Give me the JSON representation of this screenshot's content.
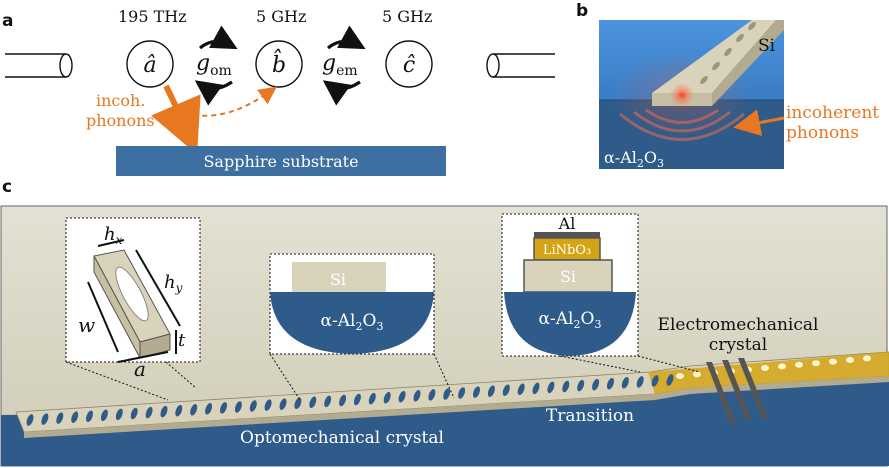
{
  "panels": {
    "a": "a",
    "b": "b",
    "c": "c"
  },
  "panel_a": {
    "freq_a": "195 THz",
    "freq_b": "5 GHz",
    "freq_c": "5 GHz",
    "mode_a": "â",
    "mode_b": "b̂",
    "mode_c": "ĉ",
    "coupling_om_base": "g",
    "coupling_om_sub": "om",
    "coupling_em_base": "g",
    "coupling_em_sub": "em",
    "incoh_line1": "incoh.",
    "incoh_line2": "phonons",
    "substrate": "Sapphire substrate"
  },
  "panel_b": {
    "si": "Si",
    "substrate_prefix": "α-Al",
    "substrate_sub1": "2",
    "substrate_mid": "O",
    "substrate_sub2": "3",
    "incoherent_line1": "incoherent",
    "incoherent_line2": "phonons"
  },
  "panel_c": {
    "hx_base": "h",
    "hx_sub": "x",
    "hy_base": "h",
    "hy_sub": "y",
    "w": "w",
    "t": "t",
    "a": "a",
    "inset2_si": "Si",
    "inset2_sub_prefix": "α-Al",
    "inset2_sub1": "2",
    "inset2_sub_mid": "O",
    "inset2_sub2": "3",
    "inset3_al": "Al",
    "inset3_linbo3": "LiNbO₃",
    "inset3_si": "Si",
    "inset3_sub_prefix": "α-Al",
    "inset3_sub1": "2",
    "inset3_sub_mid": "O",
    "inset3_sub2": "3",
    "em_line1": "Electromechanical",
    "em_line2": "crystal",
    "transition": "Transition",
    "om_crystal": "Optomechanical crystal"
  },
  "colors": {
    "orange": "#e87722",
    "substrate_blue": "#3d6fa1",
    "deep_blue": "#2f5b8a",
    "sky_blue": "#4a90d9",
    "si_beige": "#d9d3bc",
    "linbo3_gold": "#d4a417",
    "al_gray": "#555555",
    "panel_c_bg": "#d8d6c6"
  },
  "icons": [
    "fiber-left-icon",
    "fiber-right-icon",
    "mode-circle-icon",
    "coupling-arrows-icon"
  ]
}
